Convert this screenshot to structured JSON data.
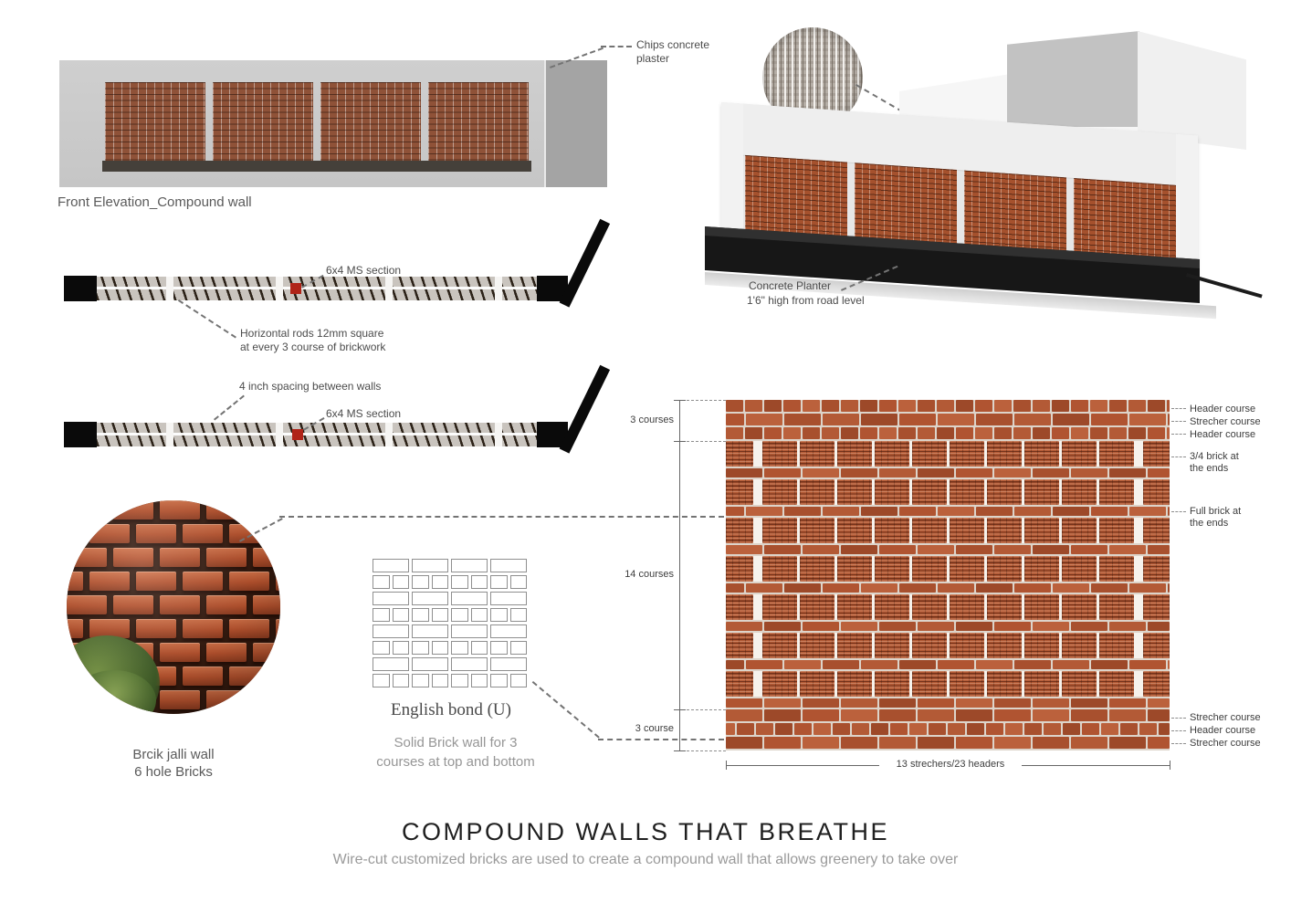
{
  "board": {
    "title": "COMPOUND WALLS THAT BREATHE",
    "subtitle": "Wire-cut customized bricks are used to create a compound wall that allows greenery to take over"
  },
  "front_elevation": {
    "caption": "Front Elevation_Compound wall"
  },
  "perspective": {
    "chips_note": "Chips concrete plaster",
    "planter_note_line1": "Concrete Planter",
    "planter_note_line2": "1'6\" high from road level"
  },
  "plan_sections": {
    "ms_section_top": "6x4 MS section",
    "rods_note_line1": "Horizontal rods 12mm square",
    "rods_note_line2": "at every 3 course of brickwork",
    "spacing_note": "4 inch spacing between walls",
    "ms_section_bottom": "6x4 MS section"
  },
  "jali_photo": {
    "caption_line1": "Brcik jalli wall",
    "caption_line2": "6 hole Bricks"
  },
  "english_bond": {
    "label": "English bond (U)",
    "note_line1": "Solid Brick wall for 3",
    "note_line2": "courses at top and bottom"
  },
  "wall_detail": {
    "dim_top": "3 courses",
    "dim_middle": "14 courses",
    "dim_bottom": "3 course",
    "dim_width": "13 strechers/23 headers",
    "right_labels_top": [
      "Header course",
      "Strecher course",
      "Header course"
    ],
    "three_quarter_line1": "3/4 brick at",
    "three_quarter_line2": "the ends",
    "full_brick_line1": "Full brick at",
    "full_brick_line2": "the ends",
    "right_labels_bottom": [
      "Strecher course",
      "Header course",
      "Strecher course"
    ]
  },
  "colors": {
    "brick": "#ad5431",
    "mortar": "#ddd4ca",
    "concrete": "#c6c6c6",
    "planter": "#171717"
  }
}
